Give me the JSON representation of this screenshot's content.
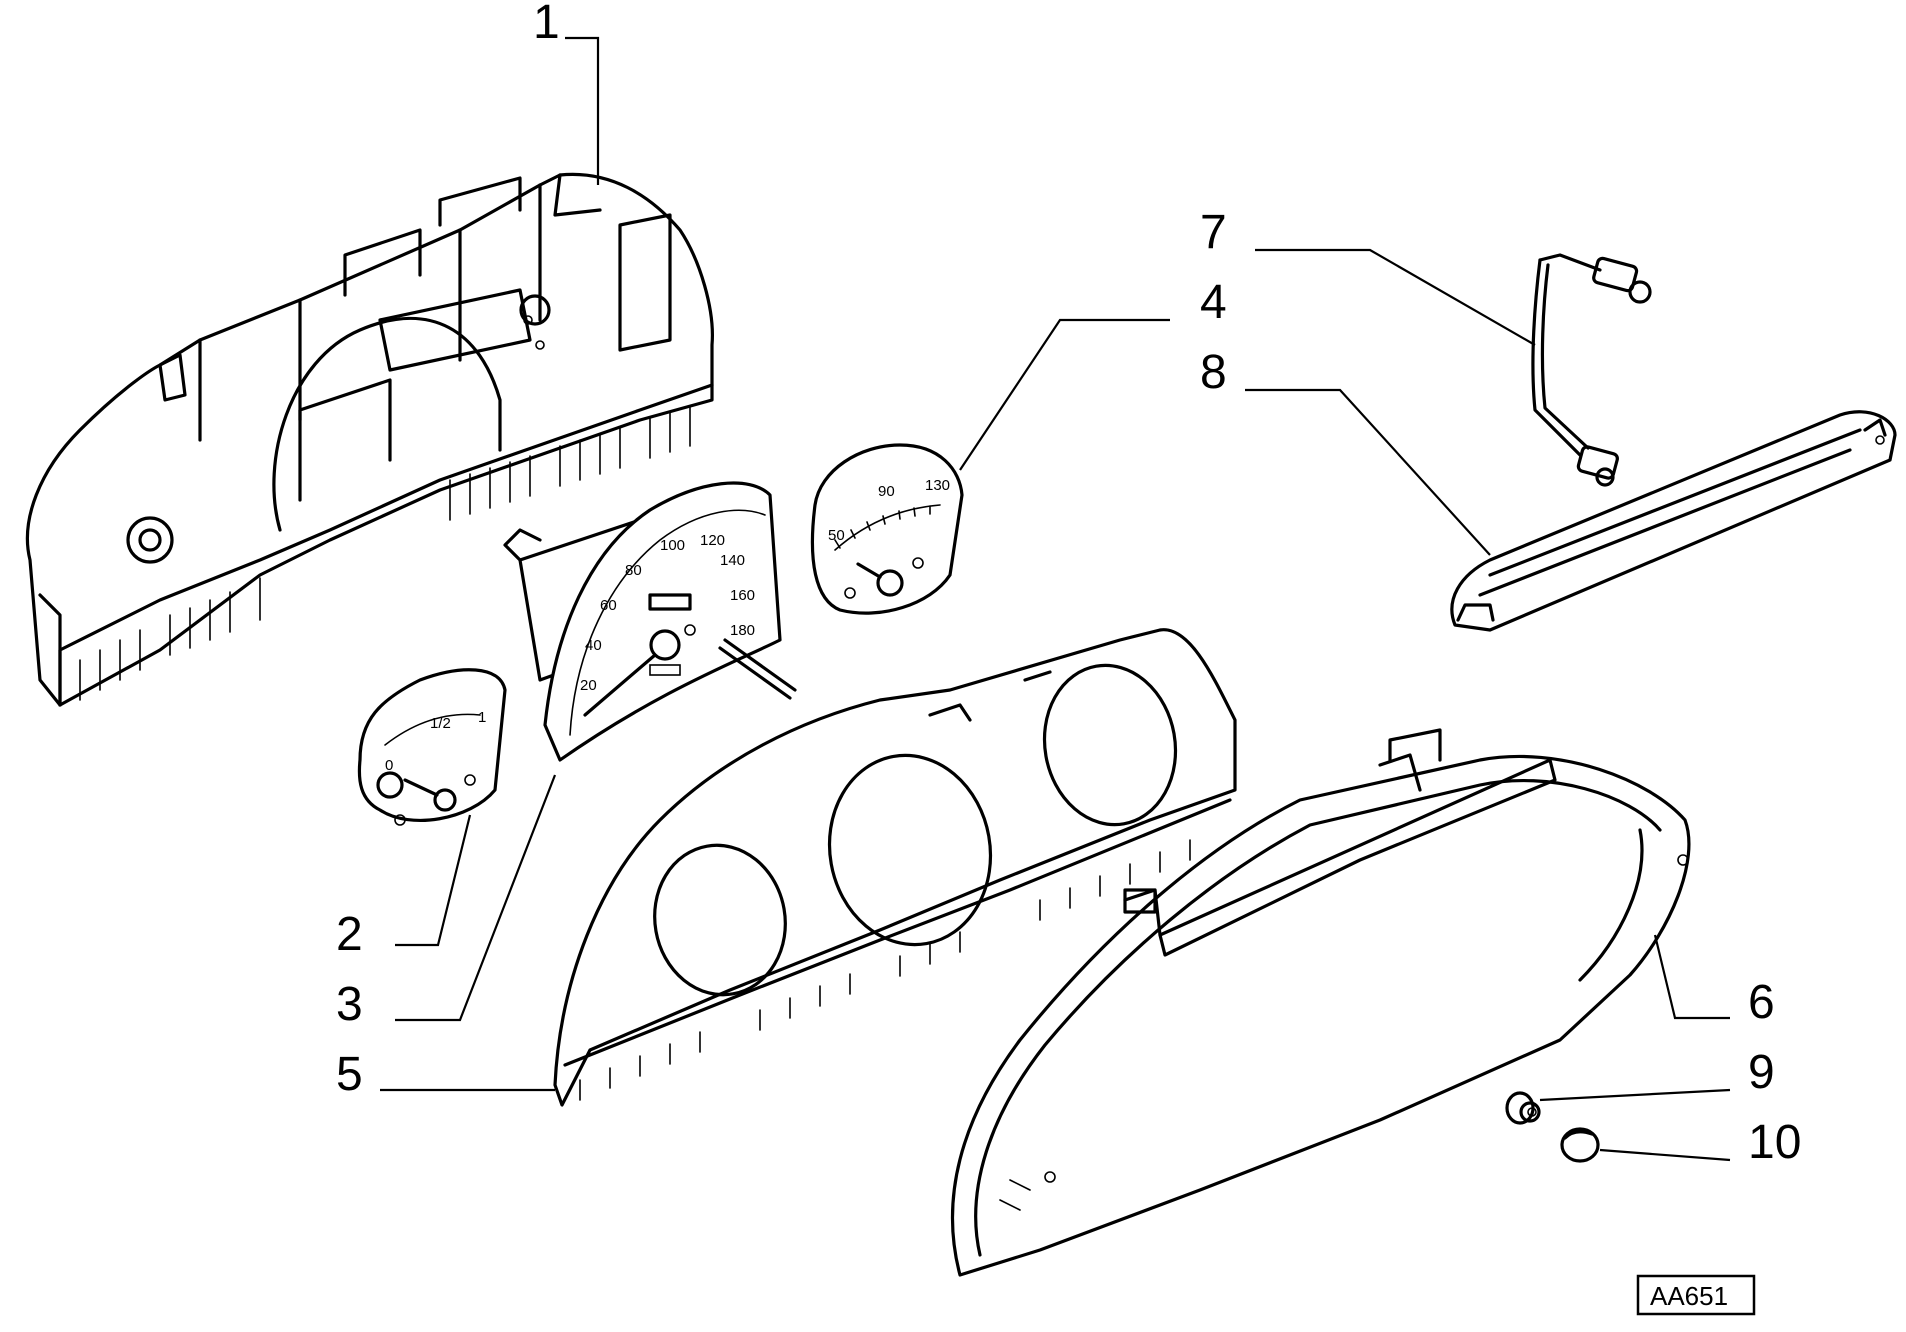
{
  "callouts": [
    {
      "id": "1",
      "label": "1"
    },
    {
      "id": "2",
      "label": "2"
    },
    {
      "id": "3",
      "label": "3"
    },
    {
      "id": "4",
      "label": "4"
    },
    {
      "id": "5",
      "label": "5"
    },
    {
      "id": "6",
      "label": "6"
    },
    {
      "id": "7",
      "label": "7"
    },
    {
      "id": "8",
      "label": "8"
    },
    {
      "id": "9",
      "label": "9"
    },
    {
      "id": "10",
      "label": "10"
    }
  ],
  "speedometer": {
    "scale": [
      "20",
      "40",
      "60",
      "80",
      "100",
      "120",
      "140",
      "160",
      "180"
    ]
  },
  "temperature_gauge": {
    "scale": [
      "50",
      "90",
      "130"
    ]
  },
  "fuel_gauge": {
    "scale": [
      "0",
      "1/2",
      "1"
    ]
  },
  "reference_code": "AA651"
}
